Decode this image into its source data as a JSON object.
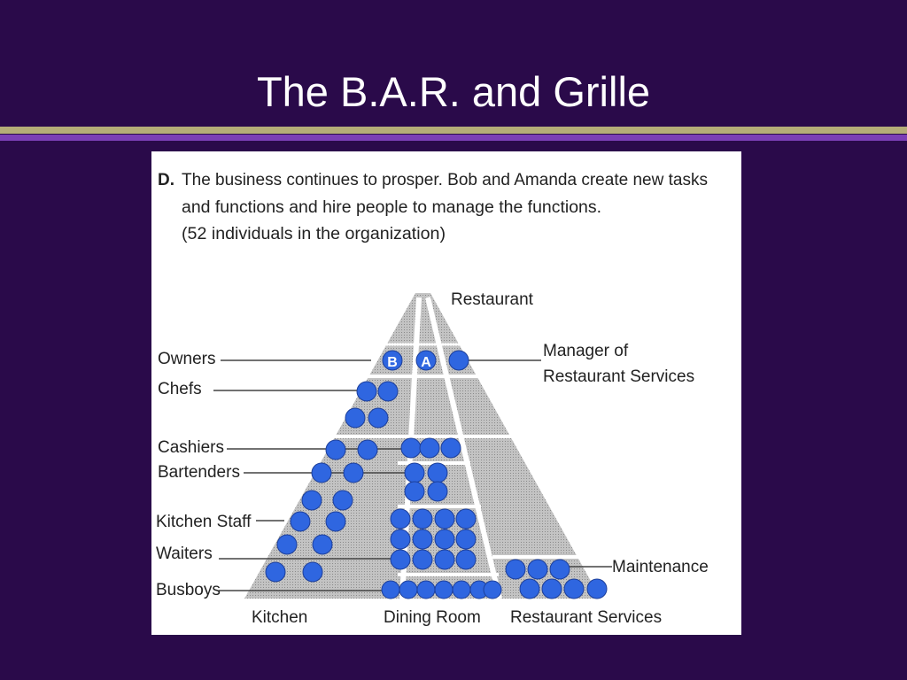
{
  "slide": {
    "title": "The B.A.R. and Grille"
  },
  "colors": {
    "background": "#2a0a4a",
    "rule_gold": "#b5ad78",
    "rule_purple": "#7b3fb5",
    "circle_fill": "#2f66e0",
    "pyramid_fill": "#c9c9c9"
  },
  "figure": {
    "caption": {
      "letter": "D.",
      "line1": "The business continues to prosper. Bob and Amanda create new tasks",
      "line2": "and functions and hire people to manage the functions.",
      "line3": "(52 individuals in the organization)"
    },
    "top_label": "Restaurant",
    "owner_initials": [
      "B",
      "A"
    ],
    "left_labels": [
      "Owners",
      "Chefs",
      "Cashiers",
      "Bartenders",
      "Kitchen Staff",
      "Waiters",
      "Busboys"
    ],
    "right_labels": {
      "manager_line1": "Manager of",
      "manager_line2": "Restaurant Services",
      "maintenance": "Maintenance"
    },
    "bottom_labels": [
      "Kitchen",
      "Dining Room",
      "Restaurant Services"
    ]
  }
}
